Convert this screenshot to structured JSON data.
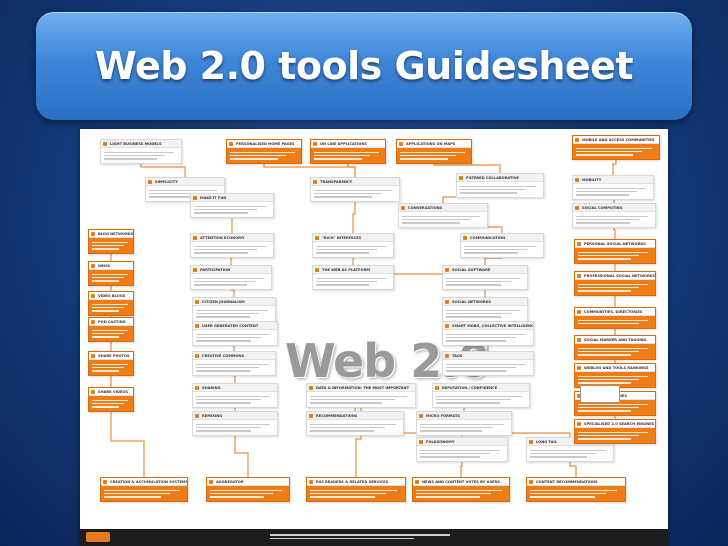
{
  "slide": {
    "title": "Web 2.0 tools Guidesheet"
  },
  "poster": {
    "center_text": "Web 2.0",
    "nodes": [
      {
        "label": "LIGHT BUSINESS MODELS",
        "lines": 3
      },
      {
        "label": "PERSONALISED HOME PAGES",
        "lines": 3,
        "orange": true
      },
      {
        "label": "ON LINE APPLICATIONS",
        "lines": 3,
        "orange": true
      },
      {
        "label": "APPLICATIONS ON MAPS",
        "lines": 3,
        "orange": true
      },
      {
        "label": "MOBILE AND ACCESS COMMUNITIES",
        "lines": 3,
        "orange": true
      },
      {
        "label": "SIMPLICITY",
        "lines": 3
      },
      {
        "label": "TRANSPARENCY",
        "lines": 3
      },
      {
        "label": "FILTERED COLLABORATIVE",
        "lines": 3
      },
      {
        "label": "MOBILITY",
        "lines": 3
      },
      {
        "label": "MAKE IT FUN",
        "lines": 3
      },
      {
        "label": "CONVERSATIONS",
        "lines": 3
      },
      {
        "label": "SOCIAL COMPUTING",
        "lines": 3
      },
      {
        "label": "ATTENTION ECONOMY",
        "lines": 3
      },
      {
        "label": "\"RICH\" INTERFACES",
        "lines": 3
      },
      {
        "label": "COMMUNICATION",
        "lines": 3
      },
      {
        "label": "BLOG NETWORKS",
        "lines": 3,
        "orange": true
      },
      {
        "label": "PARTICIPATION",
        "lines": 3
      },
      {
        "label": "THE WEB AS PLATFORM",
        "lines": 3
      },
      {
        "label": "SOCIAL SOFTWARE",
        "lines": 3
      },
      {
        "label": "PERSONAL SOCIAL NETWORKS",
        "lines": 3,
        "orange": true
      },
      {
        "label": "WIKIS",
        "lines": 3,
        "orange": true
      },
      {
        "label": "CITIZEN JOURNALISM",
        "lines": 3
      },
      {
        "label": "SOCIAL NETWORKS",
        "lines": 3
      },
      {
        "label": "PROFESSIONAL SOCIAL NETWORKS",
        "lines": 3,
        "orange": true
      },
      {
        "label": "VIDEO BLOGS",
        "lines": 3,
        "orange": true
      },
      {
        "label": "USER GENERATED CONTENT",
        "lines": 3
      },
      {
        "label": "SMART MOBS, COLLECTIVE INTELLIGENCE",
        "lines": 3
      },
      {
        "label": "COMMUNITIES, DIRECTORIES",
        "lines": 2,
        "orange": true
      },
      {
        "label": "POD CASTING",
        "lines": 3,
        "orange": true
      },
      {
        "label": "CREATIVE COMMONS",
        "lines": 3
      },
      {
        "label": "TAGS",
        "lines": 3
      },
      {
        "label": "SOCIAL MARKER AND TAGGING",
        "lines": 3,
        "orange": true
      },
      {
        "label": "SHARE PHOTOS",
        "lines": 3,
        "orange": true
      },
      {
        "label": "SHARING",
        "lines": 3
      },
      {
        "label": "DATA & INFORMATION: THE MOST IMPORTANT",
        "lines": 3
      },
      {
        "label": "REPUTATION / CONFIDENCE",
        "lines": 3
      },
      {
        "label": "WEBLOG AND TOOLS RANKINGS",
        "lines": 3,
        "orange": true
      },
      {
        "label": "SHARE VIDEOS",
        "lines": 3,
        "orange": true
      },
      {
        "label": "REMIXING",
        "lines": 3
      },
      {
        "label": "RECOMMENDATIONS",
        "lines": 3
      },
      {
        "label": "MICRO FORMATS",
        "lines": 3
      },
      {
        "label": "2.0 SEARCH ENGINES",
        "lines": 3,
        "orange": true
      },
      {
        "label": "FOLKSONOMY",
        "lines": 3
      },
      {
        "label": "LONG TAIL",
        "lines": 3
      },
      {
        "label": "SPECIALISED 2.0 SEARCH ENGINES",
        "lines": 3,
        "orange": true
      },
      {
        "label": "CREATION & ACCUMULATION SYSTEMS",
        "lines": 3,
        "orange": true
      },
      {
        "label": "AGGREGATOR",
        "lines": 3,
        "orange": true
      },
      {
        "label": "RSS READERS & RELATED SERVICES",
        "lines": 3,
        "orange": true
      },
      {
        "label": "NEWS AND CONTENT VOTES BY USERS",
        "lines": 3,
        "orange": true
      },
      {
        "label": "CONTENT RECOMMENDATIONS",
        "lines": 3,
        "orange": true
      }
    ]
  },
  "colors": {
    "accent": "#e77b1c",
    "title_bar": "#3f86d8",
    "background": "#143b7c"
  }
}
